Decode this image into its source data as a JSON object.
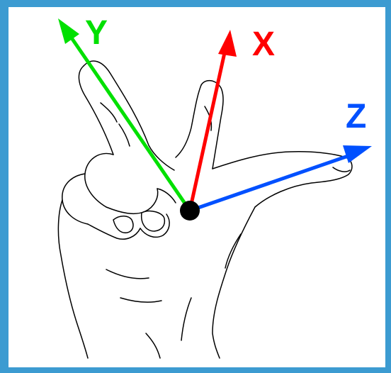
{
  "diagram": {
    "axes": {
      "x": {
        "label": "X",
        "color": "#ff0000"
      },
      "y": {
        "label": "Y",
        "color": "#00e000"
      },
      "z": {
        "label": "Z",
        "color": "#0050ff"
      }
    },
    "origin_color": "#000000",
    "frame_color": "#3c9bd1"
  }
}
